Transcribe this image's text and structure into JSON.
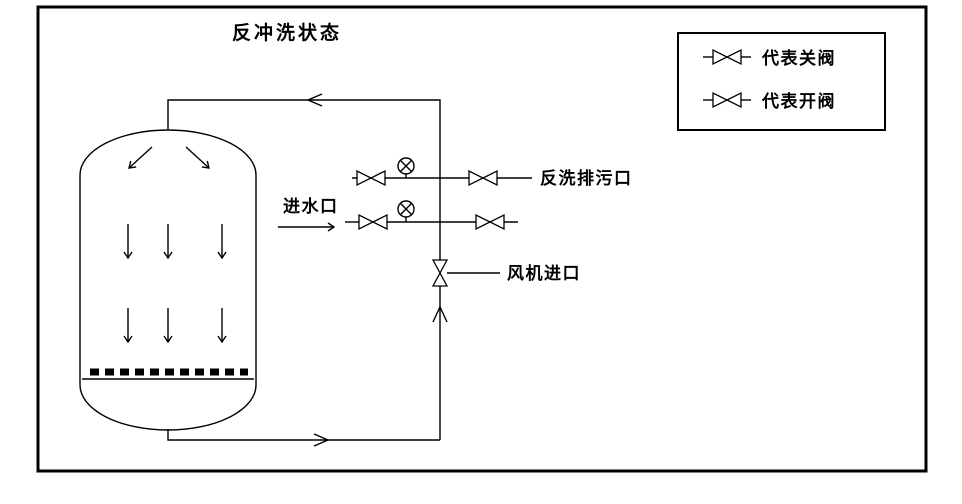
{
  "title": "反冲洗状态",
  "legend": {
    "items": [
      {
        "symbol": "closed",
        "label": "代表关阀"
      },
      {
        "symbol": "open",
        "label": "代表开阀"
      }
    ]
  },
  "labels": {
    "water_inlet": "进水口",
    "backwash_drain": "反洗排污口",
    "fan_inlet": "风机进口"
  },
  "valves": [
    {
      "id": "backwash-drain-left-valve",
      "state": "closed"
    },
    {
      "id": "backwash-drain-right-valve",
      "state": "open"
    },
    {
      "id": "water-inlet-left-valve",
      "state": "open"
    },
    {
      "id": "water-inlet-right-valve",
      "state": "closed"
    },
    {
      "id": "fan-inlet-valve",
      "state": "open"
    }
  ],
  "colors": {
    "line": "#000000",
    "background": "#ffffff",
    "valve_closed_fill": "#000000",
    "valve_open_fill": "#ffffff"
  }
}
